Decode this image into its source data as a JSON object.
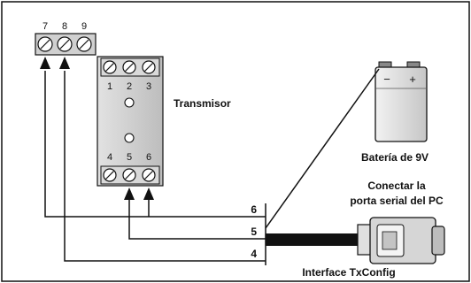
{
  "terminals": {
    "external": [
      "7",
      "8",
      "9"
    ],
    "top": [
      "1",
      "2",
      "3"
    ],
    "bottom": [
      "4",
      "5",
      "6"
    ],
    "wire_numbers": [
      "6",
      "5",
      "4"
    ]
  },
  "labels": {
    "transmitter": "Transmisor",
    "battery": "Batería de  9V",
    "battery_minus": "−",
    "battery_plus": "+",
    "connect_line1": "Conectar la",
    "connect_line2": "porta serial del PC",
    "interface": "Interface TxConfig"
  }
}
